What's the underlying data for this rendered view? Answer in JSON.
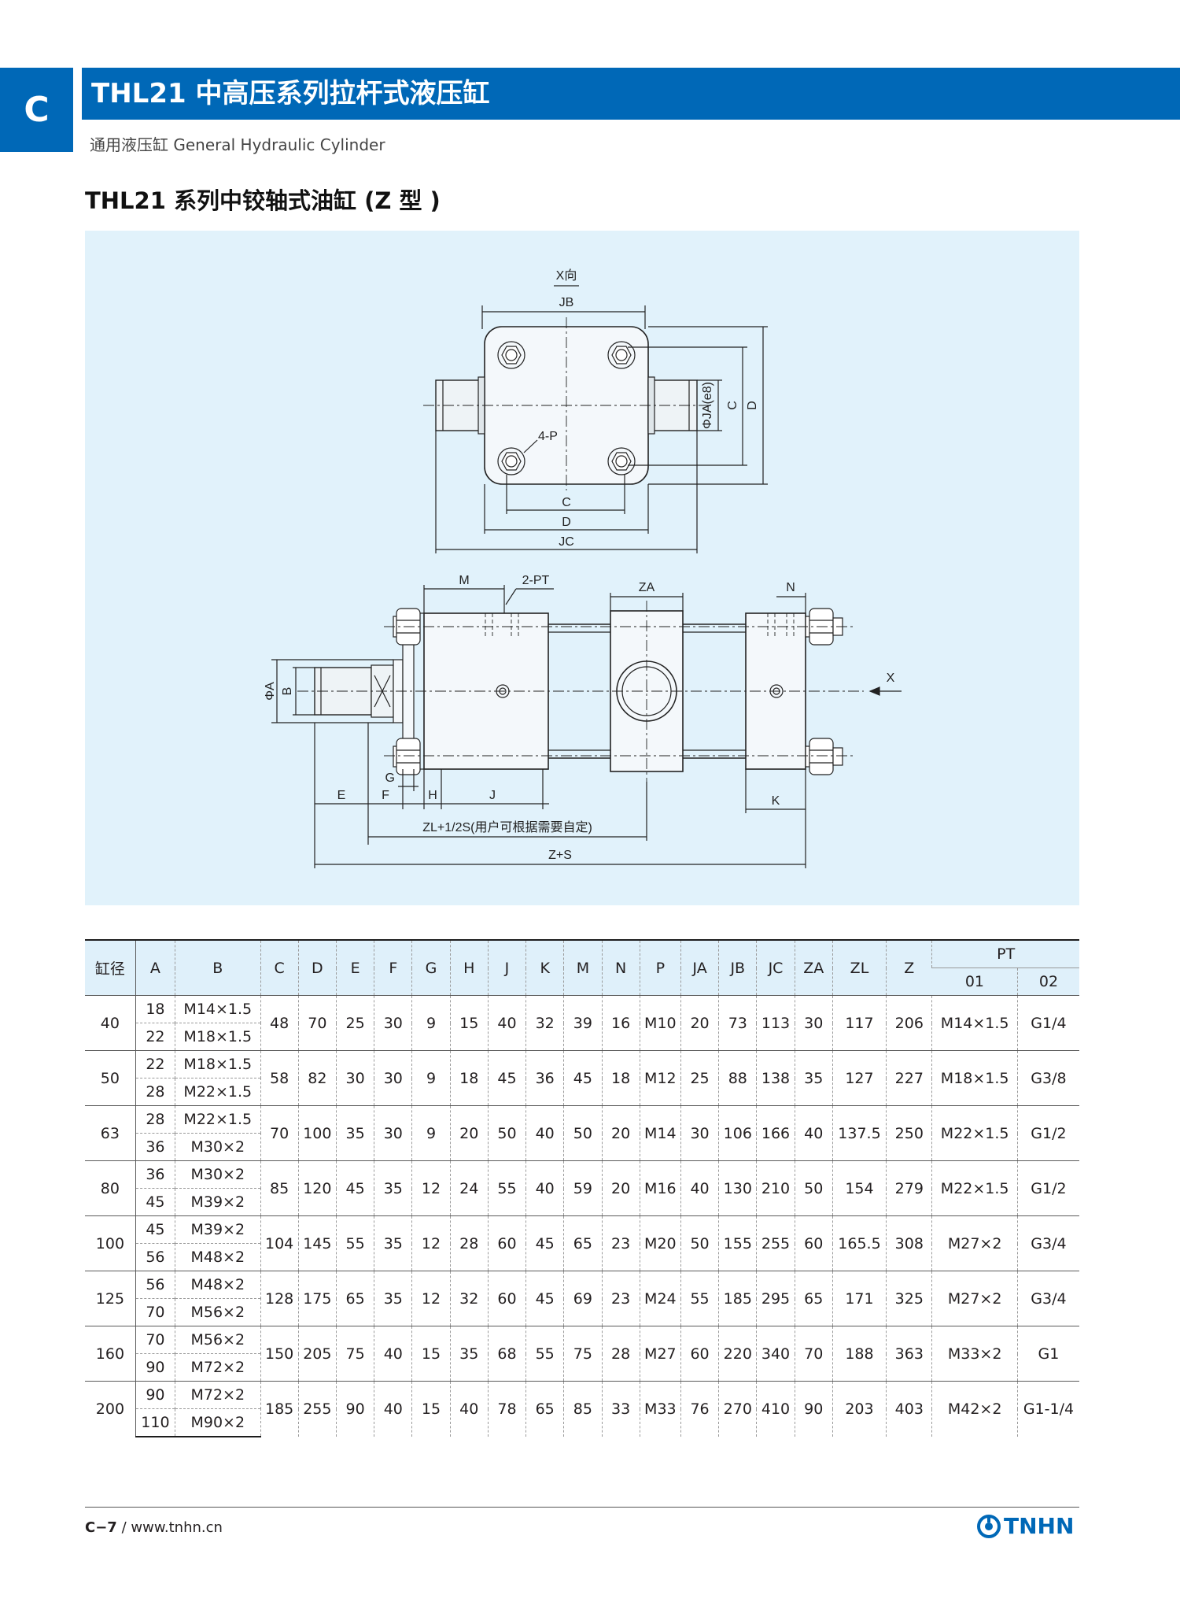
{
  "header": {
    "tab_letter": "C",
    "title": "THL21 中高压系列拉杆式液压缸",
    "subtitle": "通用液压缸 General Hydraulic Cylinder"
  },
  "section_title": "THL21 系列中铰轴式油缸 (Z 型 )",
  "drawing": {
    "top_view": {
      "view_label": "X向",
      "labels": [
        "JB",
        "4-P",
        "C",
        "D",
        "JC",
        "ΦJA(e8)",
        "C",
        "D"
      ]
    },
    "side_view": {
      "labels_top": [
        "M",
        "2-PT",
        "ZA",
        "N"
      ],
      "labels_left": [
        "ΦA",
        "B"
      ],
      "labels_bottom": [
        "G",
        "E",
        "F",
        "H",
        "J",
        "K"
      ],
      "zl_label": "ZL+1/2S(用户可根据需要自定)",
      "zs_label": "Z+S",
      "arrow_label": "X"
    }
  },
  "table": {
    "headers": [
      "缸径",
      "A",
      "B",
      "C",
      "D",
      "E",
      "F",
      "G",
      "H",
      "J",
      "K",
      "M",
      "N",
      "P",
      "JA",
      "JB",
      "JC",
      "ZA",
      "ZL",
      "Z",
      "PT"
    ],
    "pt_subheaders": [
      "01",
      "02"
    ],
    "rows": [
      {
        "bore": "40",
        "A": [
          "18",
          "22"
        ],
        "B": [
          "M14×1.5",
          "M18×1.5"
        ],
        "C": "48",
        "D": "70",
        "E": "25",
        "F": "30",
        "G": "9",
        "H": "15",
        "J": "40",
        "K": "32",
        "M": "39",
        "N": "16",
        "P": "M10",
        "JA": "20",
        "JB": "73",
        "JC": "113",
        "ZA": "30",
        "ZL": "117",
        "Z": "206",
        "PT01": "M14×1.5",
        "PT02": "G1/4"
      },
      {
        "bore": "50",
        "A": [
          "22",
          "28"
        ],
        "B": [
          "M18×1.5",
          "M22×1.5"
        ],
        "C": "58",
        "D": "82",
        "E": "30",
        "F": "30",
        "G": "9",
        "H": "18",
        "J": "45",
        "K": "36",
        "M": "45",
        "N": "18",
        "P": "M12",
        "JA": "25",
        "JB": "88",
        "JC": "138",
        "ZA": "35",
        "ZL": "127",
        "Z": "227",
        "PT01": "M18×1.5",
        "PT02": "G3/8"
      },
      {
        "bore": "63",
        "A": [
          "28",
          "36"
        ],
        "B": [
          "M22×1.5",
          "M30×2"
        ],
        "C": "70",
        "D": "100",
        "E": "35",
        "F": "30",
        "G": "9",
        "H": "20",
        "J": "50",
        "K": "40",
        "M": "50",
        "N": "20",
        "P": "M14",
        "JA": "30",
        "JB": "106",
        "JC": "166",
        "ZA": "40",
        "ZL": "137.5",
        "Z": "250",
        "PT01": "M22×1.5",
        "PT02": "G1/2"
      },
      {
        "bore": "80",
        "A": [
          "36",
          "45"
        ],
        "B": [
          "M30×2",
          "M39×2"
        ],
        "C": "85",
        "D": "120",
        "E": "45",
        "F": "35",
        "G": "12",
        "H": "24",
        "J": "55",
        "K": "40",
        "M": "59",
        "N": "20",
        "P": "M16",
        "JA": "40",
        "JB": "130",
        "JC": "210",
        "ZA": "50",
        "ZL": "154",
        "Z": "279",
        "PT01": "M22×1.5",
        "PT02": "G1/2"
      },
      {
        "bore": "100",
        "A": [
          "45",
          "56"
        ],
        "B": [
          "M39×2",
          "M48×2"
        ],
        "C": "104",
        "D": "145",
        "E": "55",
        "F": "35",
        "G": "12",
        "H": "28",
        "J": "60",
        "K": "45",
        "M": "65",
        "N": "23",
        "P": "M20",
        "JA": "50",
        "JB": "155",
        "JC": "255",
        "ZA": "60",
        "ZL": "165.5",
        "Z": "308",
        "PT01": "M27×2",
        "PT02": "G3/4"
      },
      {
        "bore": "125",
        "A": [
          "56",
          "70"
        ],
        "B": [
          "M48×2",
          "M56×2"
        ],
        "C": "128",
        "D": "175",
        "E": "65",
        "F": "35",
        "G": "12",
        "H": "32",
        "J": "60",
        "K": "45",
        "M": "69",
        "N": "23",
        "P": "M24",
        "JA": "55",
        "JB": "185",
        "JC": "295",
        "ZA": "65",
        "ZL": "171",
        "Z": "325",
        "PT01": "M27×2",
        "PT02": "G3/4"
      },
      {
        "bore": "160",
        "A": [
          "70",
          "90"
        ],
        "B": [
          "M56×2",
          "M72×2"
        ],
        "C": "150",
        "D": "205",
        "E": "75",
        "F": "40",
        "G": "15",
        "H": "35",
        "J": "68",
        "K": "55",
        "M": "75",
        "N": "28",
        "P": "M27",
        "JA": "60",
        "JB": "220",
        "JC": "340",
        "ZA": "70",
        "ZL": "188",
        "Z": "363",
        "PT01": "M33×2",
        "PT02": "G1"
      },
      {
        "bore": "200",
        "A": [
          "90",
          "110"
        ],
        "B": [
          "M72×2",
          "M90×2"
        ],
        "C": "185",
        "D": "255",
        "E": "90",
        "F": "40",
        "G": "15",
        "H": "40",
        "J": "78",
        "K": "65",
        "M": "85",
        "N": "33",
        "P": "M33",
        "JA": "76",
        "JB": "270",
        "JC": "410",
        "ZA": "90",
        "ZL": "203",
        "Z": "403",
        "PT01": "M42×2",
        "PT02": "G1-1/4"
      }
    ]
  },
  "footer": {
    "page": "C−7",
    "separator": "/",
    "url": "www.tnhn.cn",
    "brand": "TNHN"
  },
  "colors": {
    "brand_blue": "#0068b7",
    "panel_bg": "#e1f2fb",
    "table_header_bg": "#dff0fa"
  }
}
